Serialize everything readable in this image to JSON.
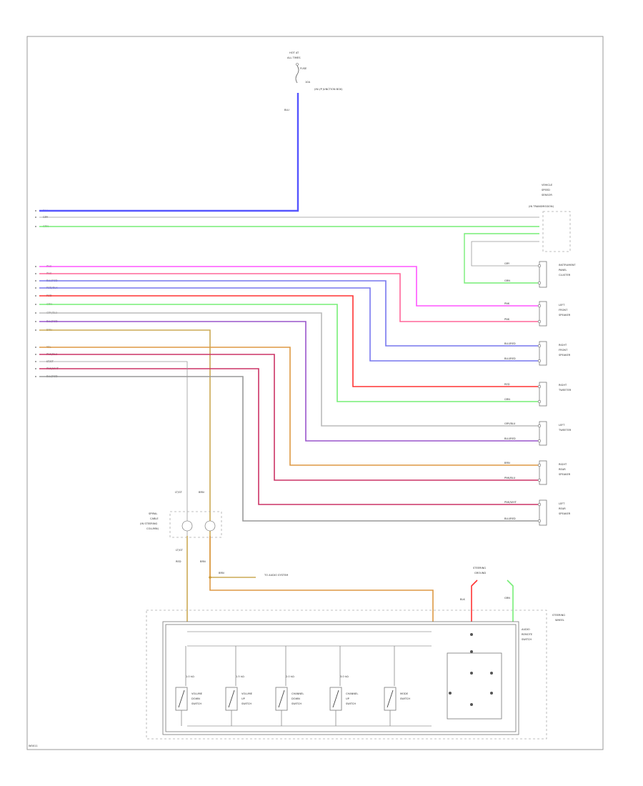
{
  "diagram_id": "W0011",
  "colors": {
    "blue": "#5555ff",
    "green": "#77ee77",
    "magenta": "#ff55ff",
    "pink": "#ff6699",
    "purple": "#9955cc",
    "violet_blue": "#7777ee",
    "red": "#ff3333",
    "gray": "#bbbbbb",
    "orange": "#dd9944",
    "tan": "#ccaa55",
    "dark_pink": "#cc3366",
    "wire_black": "#999999"
  },
  "top_feed": {
    "fuse_lines": [
      "HOT AT",
      "ALL TIMES",
      "FUSE",
      "10A",
      "(IN I/P JUNCTION BOX)"
    ],
    "wire_label": "BLU"
  },
  "sensor": {
    "title_lines": [
      "VEHICLE",
      "SPEED",
      "SENSOR",
      "(IN TRANSMISSION)"
    ]
  },
  "left_wires": {
    "group1": [
      "BLU",
      "GRY",
      "GRN"
    ],
    "group2": [
      "PNK",
      "PNK",
      "BLU/RED",
      "RED/BLK",
      "RED",
      "GRN",
      "GRY/BLU",
      "BLU/RED",
      "BRN"
    ],
    "group3": [
      "YEL",
      "PNK/BLU",
      "LT/GT",
      "PNK/WHT",
      "BLU/RED"
    ]
  },
  "right_components": [
    {
      "name": [
        "INSTRUMENT",
        "PANEL",
        "CLUSTER"
      ],
      "wires": [
        "GRY",
        "GRN"
      ]
    },
    {
      "name": [
        "LEFT",
        "FRONT",
        "SPEAKER"
      ],
      "wires": [
        "PNK",
        "PNK"
      ]
    },
    {
      "name": [
        "RIGHT",
        "FRONT",
        "SPEAKER"
      ],
      "wires": [
        "BLU/RED",
        "BLU/RED"
      ]
    },
    {
      "name": [
        "RIGHT",
        "TWEETER"
      ],
      "wires": [
        "RED",
        "GRN"
      ]
    },
    {
      "name": [
        "LEFT",
        "TWEETER"
      ],
      "wires": [
        "GRY/BLU",
        "BLU/RED"
      ]
    },
    {
      "name": [
        "RIGHT",
        "REAR",
        "SPEAKER"
      ],
      "wires": [
        "BRN",
        "PNK/BLU"
      ]
    },
    {
      "name": [
        "LEFT",
        "REAR",
        "SPEAKER"
      ],
      "wires": [
        "PNK/WHT",
        "BLU/RED"
      ]
    }
  ],
  "steering_connector": {
    "top_labels": [
      "LT/GT",
      "BRN"
    ],
    "title_lines": [
      "SPIRAL",
      "CABLE",
      "(IN STEERING",
      "COLUMN)"
    ],
    "bottom_labels": [
      "LT/GT",
      "RED",
      "BRN"
    ],
    "branch_label": "BRN",
    "branch_target": "TO AUDIO SYSTEM"
  },
  "steering_switch_box": {
    "label_lines": [
      "STEERING",
      "WHEEL"
    ],
    "ground_lines": [
      "STEERING",
      "GROUND"
    ],
    "ground_wires": [
      "BLK",
      "GRN"
    ],
    "remote_label": [
      "AUDIO",
      "REMOTE",
      "SWITCH"
    ],
    "switches": [
      {
        "resistance": "1.0 kΩ",
        "name": [
          "VOLUME",
          "DOWN",
          "SWITCH"
        ]
      },
      {
        "resistance": "1.5 kΩ",
        "name": [
          "VOLUME",
          "UP",
          "SWITCH"
        ]
      },
      {
        "resistance": "2.0 kΩ",
        "name": [
          "CHANNEL",
          "DOWN",
          "SWITCH"
        ]
      },
      {
        "resistance": "3.0 kΩ",
        "name": [
          "CHANNEL",
          "UP",
          "SWITCH"
        ]
      },
      {
        "resistance": "",
        "name": [
          "MODE",
          "SWITCH"
        ]
      }
    ]
  }
}
